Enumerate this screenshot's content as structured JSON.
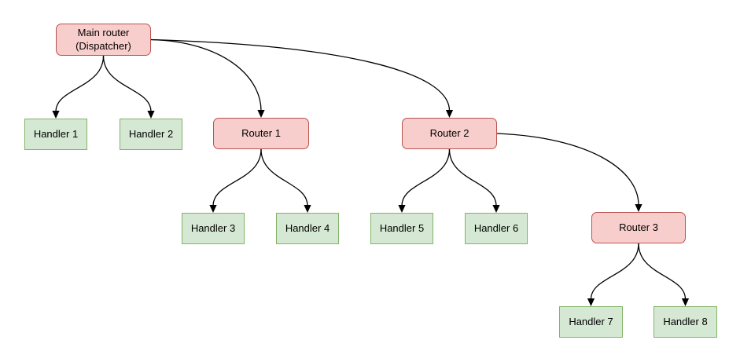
{
  "diagram": {
    "background_color": "#ffffff",
    "edge_color": "#000000",
    "node_styles": {
      "router": {
        "fill": "#f8cecc",
        "border": "#b85450",
        "shape": "rounded-rectangle"
      },
      "handler": {
        "fill": "#d5e8d4",
        "border": "#82b366",
        "shape": "rectangle"
      }
    },
    "nodes": {
      "main_router": {
        "line1": "Main router",
        "line2": "(Dispatcher)",
        "type": "router"
      },
      "router1": {
        "label": "Router 1",
        "type": "router"
      },
      "router2": {
        "label": "Router 2",
        "type": "router"
      },
      "router3": {
        "label": "Router 3",
        "type": "router"
      },
      "handler1": {
        "label": "Handler 1",
        "type": "handler"
      },
      "handler2": {
        "label": "Handler 2",
        "type": "handler"
      },
      "handler3": {
        "label": "Handler 3",
        "type": "handler"
      },
      "handler4": {
        "label": "Handler 4",
        "type": "handler"
      },
      "handler5": {
        "label": "Handler 5",
        "type": "handler"
      },
      "handler6": {
        "label": "Handler 6",
        "type": "handler"
      },
      "handler7": {
        "label": "Handler 7",
        "type": "handler"
      },
      "handler8": {
        "label": "Handler 8",
        "type": "handler"
      }
    },
    "edges": [
      {
        "from": "Main router (Dispatcher)",
        "to": "Handler 1"
      },
      {
        "from": "Main router (Dispatcher)",
        "to": "Handler 2"
      },
      {
        "from": "Main router (Dispatcher)",
        "to": "Router 1"
      },
      {
        "from": "Main router (Dispatcher)",
        "to": "Router 2"
      },
      {
        "from": "Router 1",
        "to": "Handler 3"
      },
      {
        "from": "Router 1",
        "to": "Handler 4"
      },
      {
        "from": "Router 2",
        "to": "Handler 5"
      },
      {
        "from": "Router 2",
        "to": "Handler 6"
      },
      {
        "from": "Router 2",
        "to": "Router 3"
      },
      {
        "from": "Router 3",
        "to": "Handler 7"
      },
      {
        "from": "Router 3",
        "to": "Handler 8"
      }
    ]
  }
}
